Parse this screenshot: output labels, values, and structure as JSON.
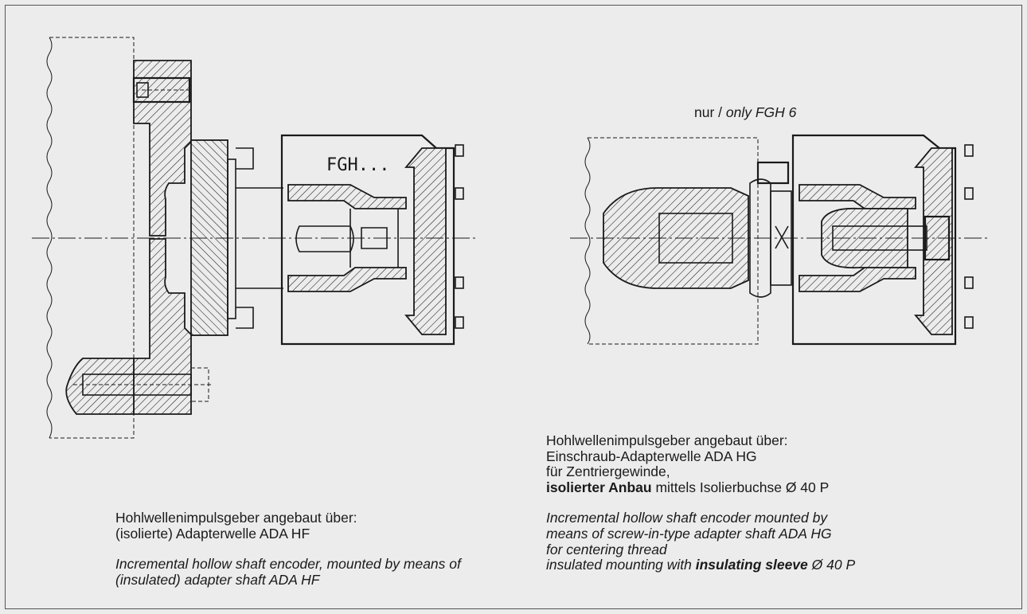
{
  "left_view": {
    "encoder_label": "FGH...",
    "caption": {
      "de_line1": "Hohlwellenimpulsgeber angebaut über:",
      "de_line2": "(isolierte) Adapterwelle ADA HF",
      "en_line1": "Incremental hollow shaft encoder, mounted by means of",
      "en_line2": "(insulated) adapter shaft ADA HF"
    }
  },
  "right_view": {
    "note_prefix": "nur / ",
    "note_italic": "only FGH 6",
    "caption": {
      "de_line1": "Hohlwellenimpulsgeber angebaut über:",
      "de_line2": "Einschraub-Adapterwelle ADA HG",
      "de_line3": "für Zentriergewinde,",
      "de_line4_bold": "isolierter Anbau",
      "de_line4_rest": " mittels Isolierbuchse Ø 40 P",
      "en_line1": "Incremental hollow shaft encoder mounted by",
      "en_line2": "means of screw-in-type adapter shaft ADA HG",
      "en_line3": "for centering thread",
      "en_line4_rest": "insulated mounting with ",
      "en_line4_bold": "insulating sleeve",
      "en_line4_end": " Ø 40 P"
    }
  },
  "colors": {
    "background": "#ececec",
    "line": "#1a1a1a"
  }
}
